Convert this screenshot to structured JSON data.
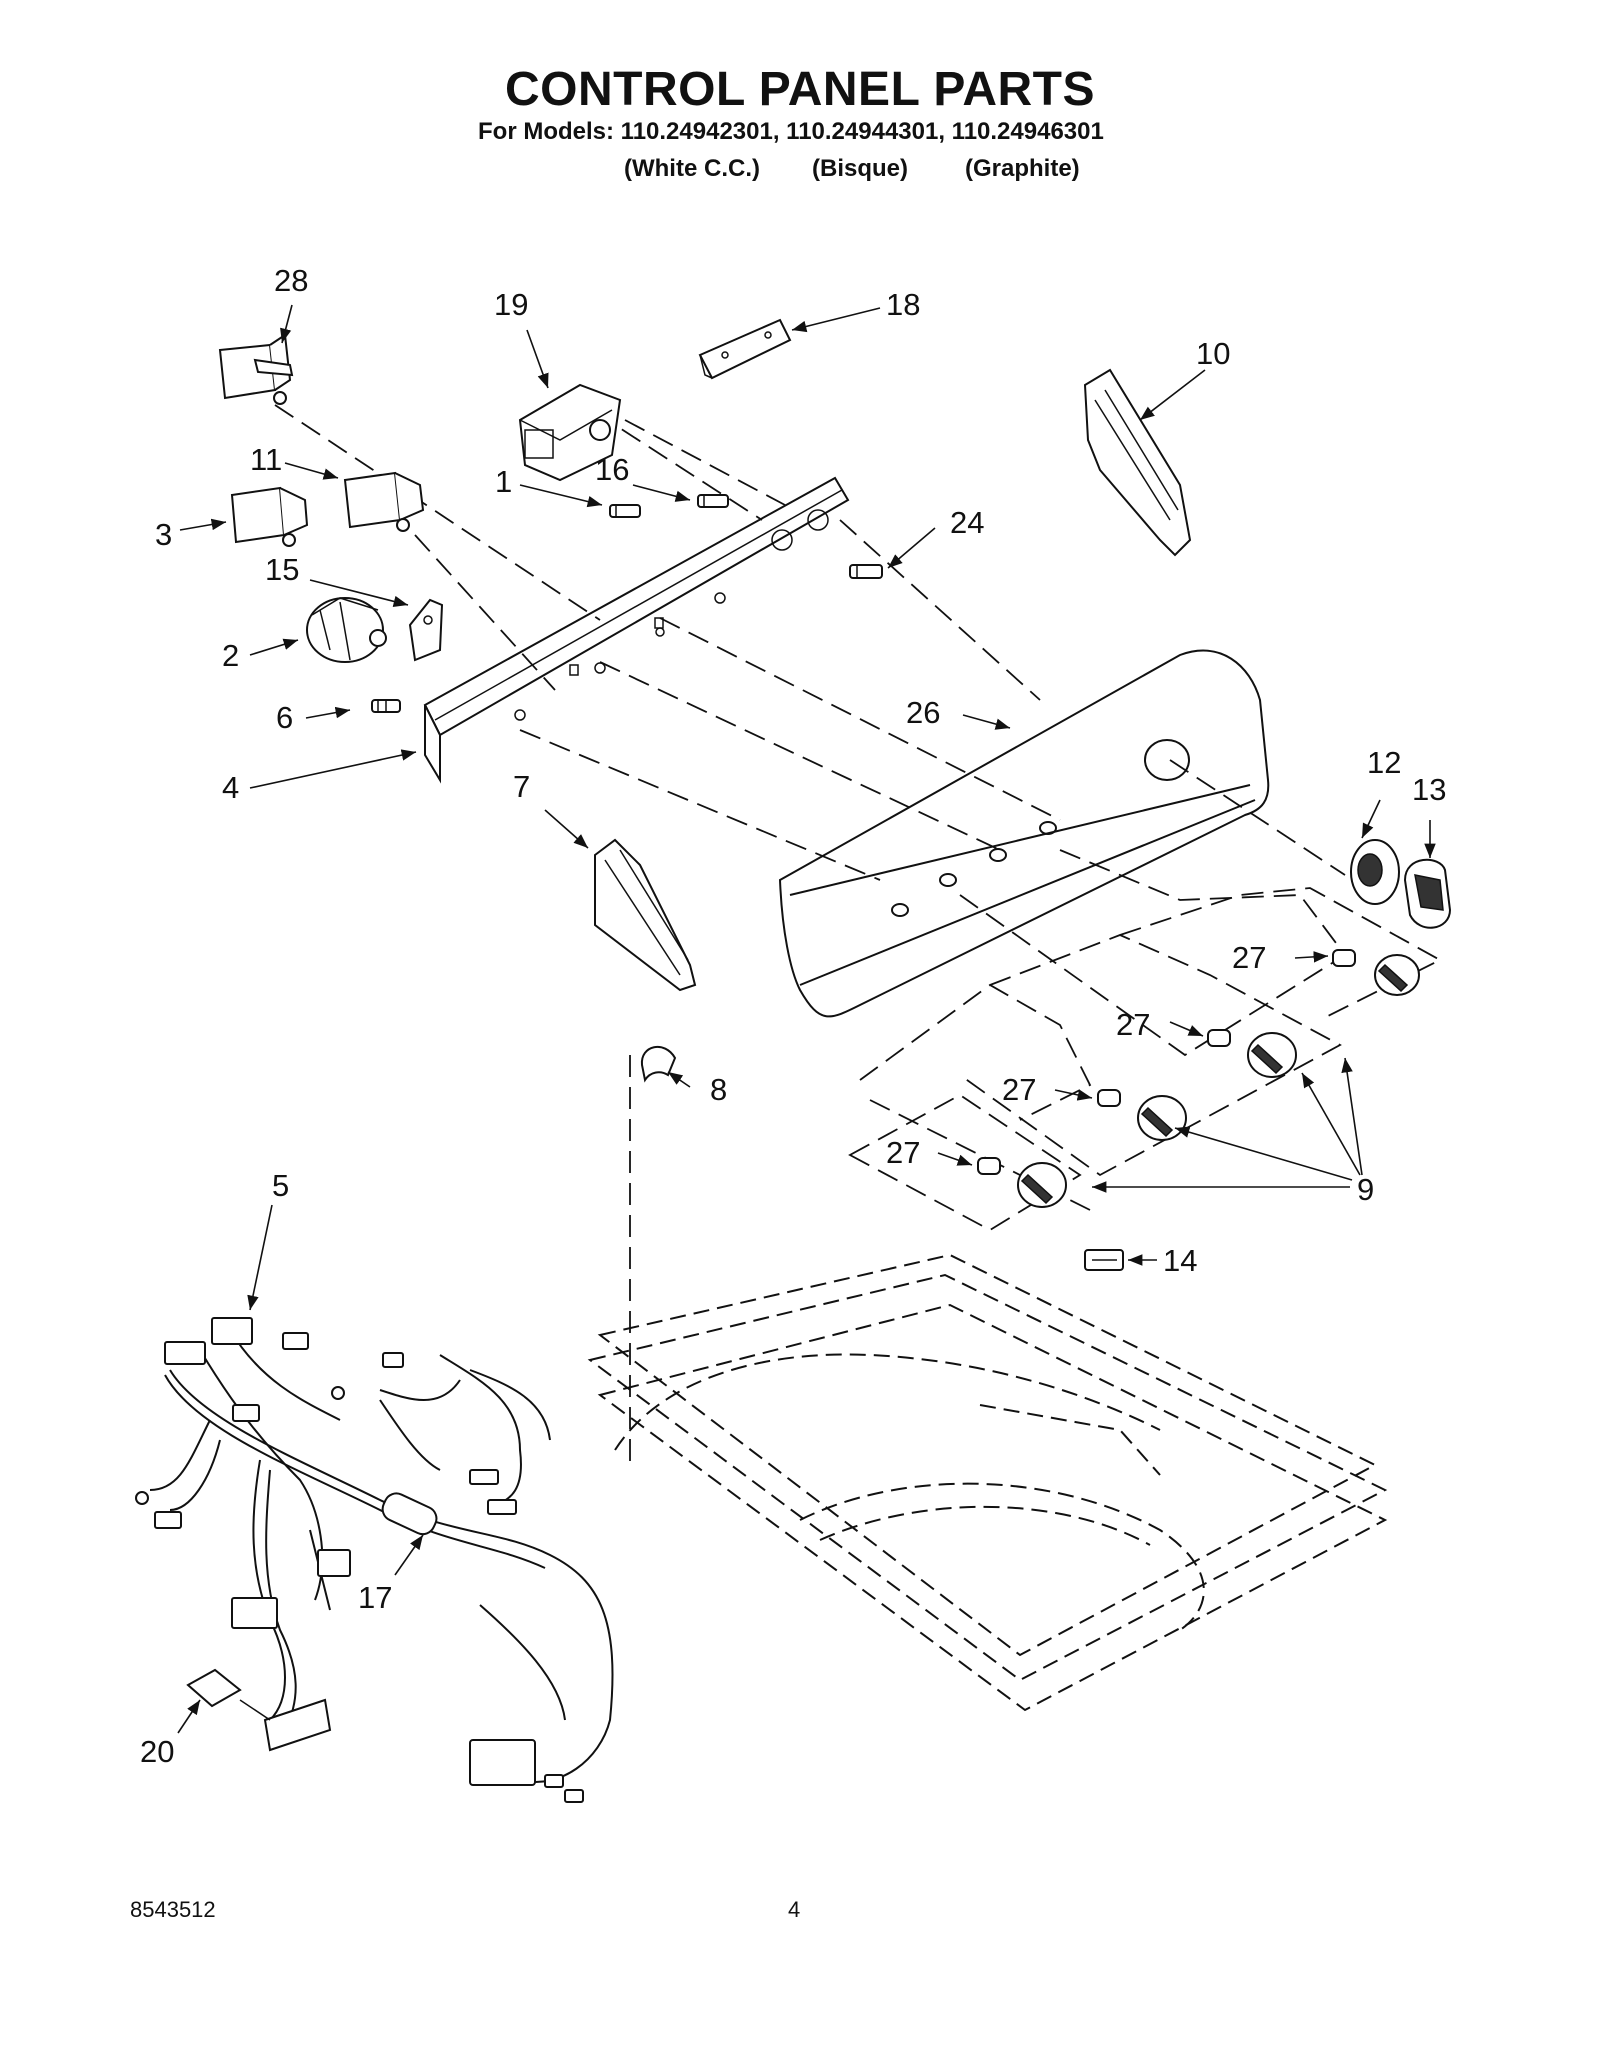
{
  "header": {
    "title": "CONTROL PANEL PARTS",
    "models_line": "For Models: 110.24942301, 110.24944301, 110.24946301",
    "variants": [
      "(White C.C.)",
      "(Bisque)",
      "(Graphite)"
    ]
  },
  "callouts": {
    "c1": "1",
    "c2": "2",
    "c3": "3",
    "c4": "4",
    "c5": "5",
    "c6": "6",
    "c7": "7",
    "c8": "8",
    "c9": "9",
    "c10": "10",
    "c11": "11",
    "c12": "12",
    "c13": "13",
    "c14": "14",
    "c15": "15",
    "c16": "16",
    "c17": "17",
    "c18": "18",
    "c19": "19",
    "c20": "20",
    "c24": "24",
    "c26": "26",
    "c27": "27",
    "c28": "28"
  },
  "footer": {
    "doc_number": "8543512",
    "page_number": "4"
  }
}
